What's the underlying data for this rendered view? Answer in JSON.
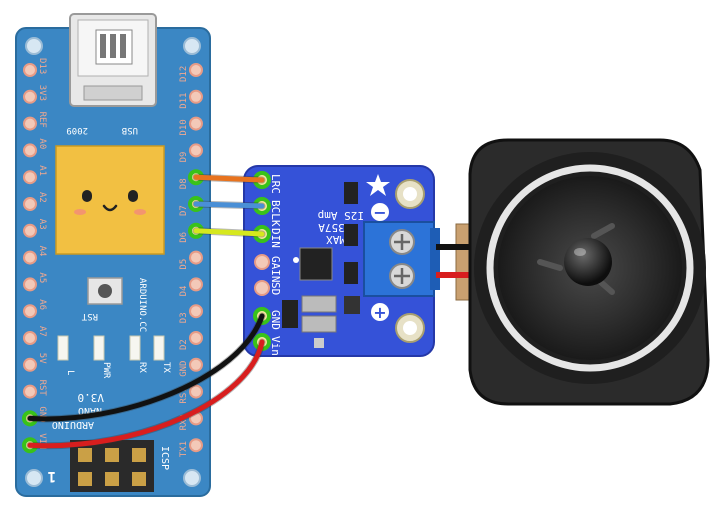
{
  "arduino": {
    "left_pins": [
      "D13",
      "3V3",
      "REF",
      "A0",
      "A1",
      "A2",
      "A3",
      "A4",
      "A5",
      "A6",
      "A7",
      "5V",
      "RST",
      "GND",
      "VIN"
    ],
    "right_pins": [
      "D12",
      "D11",
      "D10",
      "D9",
      "D8",
      "D7",
      "D6",
      "D5",
      "D4",
      "D3",
      "D2",
      "GND",
      "RST",
      "RX0",
      "TX1"
    ],
    "usb_label": "USB",
    "year_label": "2009",
    "rst_label": "RST",
    "brand_label": "ARDUINO.CC",
    "version_label": "V3.0",
    "nano_label": "NANO",
    "arduino_label": "ARDUINO",
    "led_labels": [
      "L",
      "PWR",
      "RX",
      "TX"
    ],
    "icsp_label": "ICSP",
    "pin1_label": "1"
  },
  "amplifier": {
    "title_lines": [
      "MAX",
      "98357A",
      "I2S Amp"
    ],
    "pins": [
      "LRC",
      "BCLK",
      "DIN",
      "GAIN",
      "SD",
      "GND",
      "Vin"
    ],
    "minus_symbol": "−",
    "plus_symbol": "+"
  },
  "wires": {
    "colors": {
      "lrc": "#e8731e",
      "bclk": "#4a8fd6",
      "din": "#d6e81e",
      "gnd": "#111111",
      "vin": "#d81e1e",
      "pin_highlight": "#39c21a"
    }
  },
  "colors": {
    "arduino_board": "#3b87c4",
    "amp_board": "#3552d8",
    "chip": "#f2c042",
    "speaker_body": "#2b2b2b"
  }
}
